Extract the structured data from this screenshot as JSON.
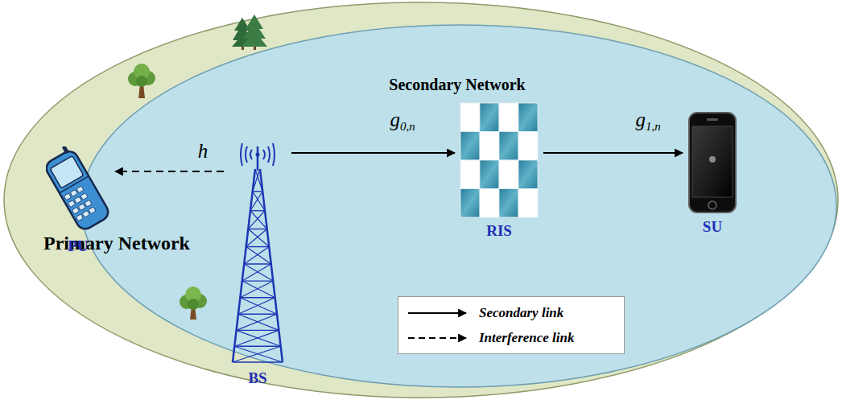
{
  "diagram": {
    "nodes": [
      {
        "text": [
          "Primary Network"
        ]
      },
      {
        "text": [
          "Secondary Network"
        ],
        "in": 0
      },
      {
        "text": [
          "PU"
        ],
        "in": 0
      },
      {
        "text": [
          "BS"
        ],
        "in": 1
      },
      {
        "text": [
          "RIS"
        ],
        "in": 1
      },
      {
        "text": [
          "SU"
        ],
        "in": 1
      }
    ],
    "edges": [
      {
        "from": 3,
        "to": 2,
        "arrow": "to",
        "label": "h"
      },
      {
        "from": 3,
        "to": 4,
        "arrow": "to",
        "label": "g0,n"
      },
      {
        "from": 4,
        "to": 5,
        "arrow": "to",
        "label": "g1,n"
      }
    ],
    "legend": [
      {
        "text": "Secondary link"
      },
      {
        "text": "Interference link"
      }
    ]
  }
}
